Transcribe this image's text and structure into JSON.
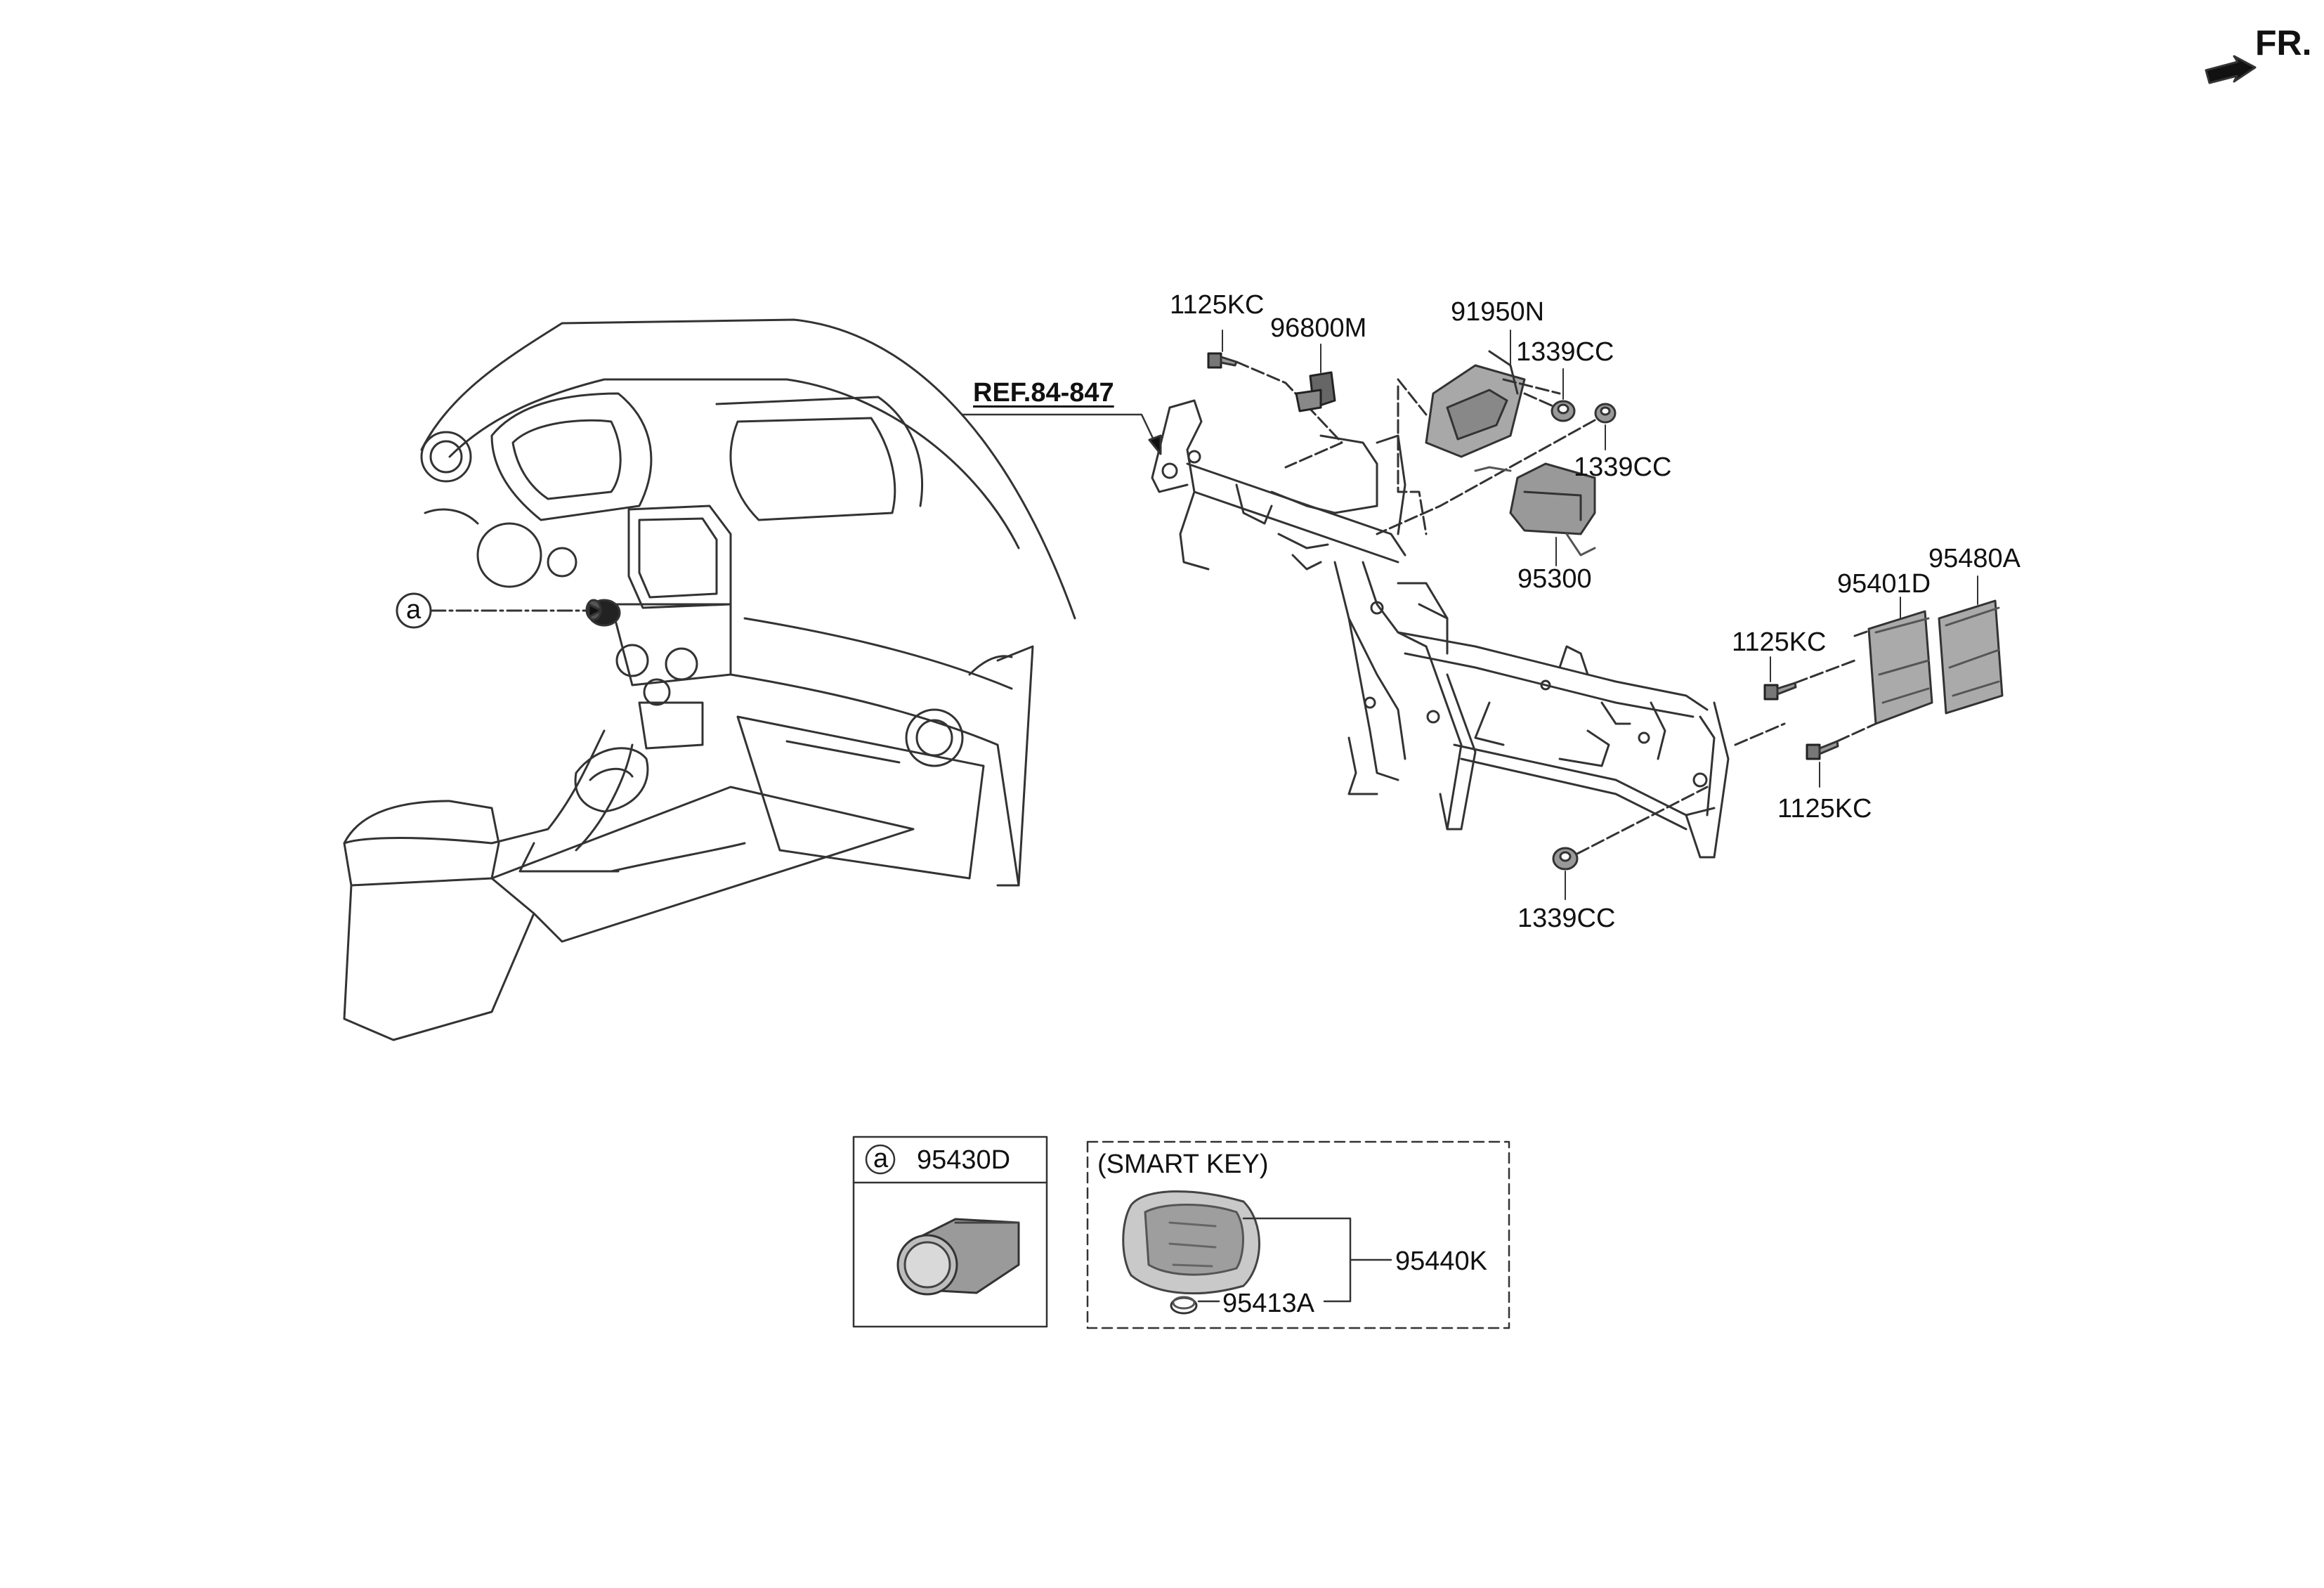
{
  "direction_label": "FR.",
  "reference_label": "REF.84-847",
  "callout_letter": "a",
  "part_labels": {
    "p1125kc_top": "1125KC",
    "p96800m": "96800M",
    "p91950n": "91950N",
    "p1339cc_a": "1339CC",
    "p1339cc_b": "1339CC",
    "p95300": "95300",
    "p95401d": "95401D",
    "p95480a": "95480A",
    "p1125kc_mid": "1125KC",
    "p1125kc_low": "1125KC",
    "p1339cc_low": "1339CC"
  },
  "detail_box": {
    "letter": "a",
    "part_number": "95430D"
  },
  "smart_key_box": {
    "title": "(SMART KEY)",
    "key_part": "95440K",
    "battery_part": "95413A"
  }
}
